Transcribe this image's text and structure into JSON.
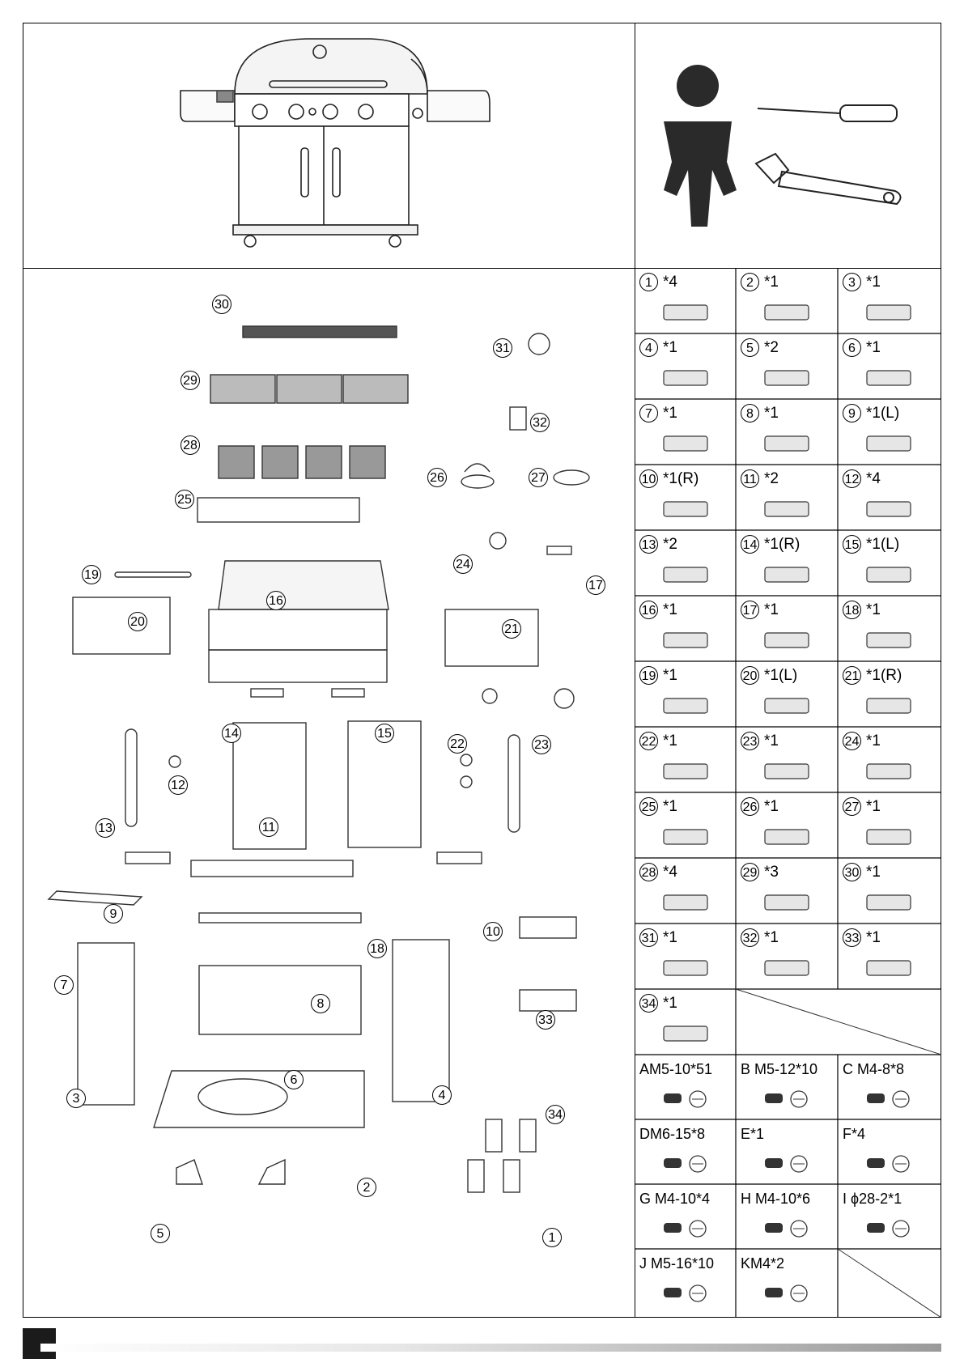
{
  "parts": [
    {
      "num": "1",
      "qty": "*4",
      "icon": "caster-wheel-icon"
    },
    {
      "num": "2",
      "qty": "*1",
      "icon": "bottom-shelf-icon"
    },
    {
      "num": "3",
      "qty": "*1",
      "icon": "side-panel-icon"
    },
    {
      "num": "4",
      "qty": "*1",
      "icon": "side-panel-icon"
    },
    {
      "num": "5",
      "qty": "*2",
      "icon": "corner-bracket-icon"
    },
    {
      "num": "6",
      "qty": "*1",
      "icon": "back-panel-icon"
    },
    {
      "num": "7",
      "qty": "*1",
      "icon": "tray-icon"
    },
    {
      "num": "8",
      "qty": "*1",
      "icon": "crossbar-icon"
    },
    {
      "num": "9",
      "qty": "*1(L)",
      "icon": "rail-icon"
    },
    {
      "num": "10",
      "qty": "*1(R)",
      "icon": "rail-icon"
    },
    {
      "num": "11",
      "qty": "*2",
      "icon": "door-icon"
    },
    {
      "num": "12",
      "qty": "*4",
      "icon": "knob-icon"
    },
    {
      "num": "13",
      "qty": "*2",
      "icon": "handle-icon"
    },
    {
      "num": "14",
      "qty": "*1(R)",
      "icon": "bracket-icon"
    },
    {
      "num": "15",
      "qty": "*1(L)",
      "icon": "bracket-icon"
    },
    {
      "num": "16",
      "qty": "*1",
      "icon": "grill-body-icon"
    },
    {
      "num": "17",
      "qty": "*1",
      "icon": "gas-connector-icon"
    },
    {
      "num": "18",
      "qty": "*1",
      "icon": "bar-icon"
    },
    {
      "num": "19",
      "qty": "*1",
      "icon": "handle-icon"
    },
    {
      "num": "20",
      "qty": "*1(L)",
      "icon": "side-shelf-icon"
    },
    {
      "num": "21",
      "qty": "*1(R)",
      "icon": "side-burner-shelf-icon"
    },
    {
      "num": "22",
      "qty": "*1",
      "icon": "knob-bezel-icon"
    },
    {
      "num": "23",
      "qty": "*1",
      "icon": "knob-icon"
    },
    {
      "num": "24",
      "qty": "*1",
      "icon": "burner-icon"
    },
    {
      "num": "25",
      "qty": "*1",
      "icon": "grease-tray-icon"
    },
    {
      "num": "26",
      "qty": "*1",
      "icon": "cup-holder-icon"
    },
    {
      "num": "27",
      "qty": "*1",
      "icon": "grease-cup-icon"
    },
    {
      "num": "28",
      "qty": "*4",
      "icon": "flame-tamer-icon"
    },
    {
      "num": "29",
      "qty": "*3",
      "icon": "cooking-grate-icon"
    },
    {
      "num": "30",
      "qty": "*1",
      "icon": "warming-rack-icon"
    },
    {
      "num": "31",
      "qty": "*1",
      "icon": "ring-icon"
    },
    {
      "num": "32",
      "qty": "*1",
      "icon": "bottle-opener-icon"
    },
    {
      "num": "33",
      "qty": "*1",
      "icon": "tank-bracket-icon"
    },
    {
      "num": "34",
      "qty": "*1",
      "icon": "tank-bracket-icon"
    }
  ],
  "hardware": [
    {
      "label": "AM5-10*51",
      "icon": "screw-icon"
    },
    {
      "label": "B M5-12*10",
      "icon": "screw-icon"
    },
    {
      "label": "C M4-8*8",
      "icon": "screw-icon"
    },
    {
      "label": "DM6-15*8",
      "icon": "screw-icon"
    },
    {
      "label": "E*1",
      "icon": "magnet-catch-icon"
    },
    {
      "label": "F*4",
      "icon": "pin-icon"
    },
    {
      "label": "G M4-10*4",
      "icon": "screw-icon"
    },
    {
      "label": "H M4-10*6",
      "icon": "screw-icon"
    },
    {
      "label": "I  ϕ28-2*1",
      "icon": "washer-icon"
    },
    {
      "label": "J M5-16*10",
      "icon": "screw-icon"
    },
    {
      "label": "KM4*2",
      "icon": "nut-icon"
    }
  ],
  "callouts": [
    "30",
    "31",
    "29",
    "32",
    "28",
    "26",
    "27",
    "25",
    "19",
    "24",
    "17",
    "16",
    "20",
    "21",
    "14",
    "15",
    "22",
    "23",
    "12",
    "13",
    "11",
    "9",
    "10",
    "18",
    "7",
    "8",
    "33",
    "6",
    "3",
    "4",
    "34",
    "2",
    "5",
    "1"
  ]
}
